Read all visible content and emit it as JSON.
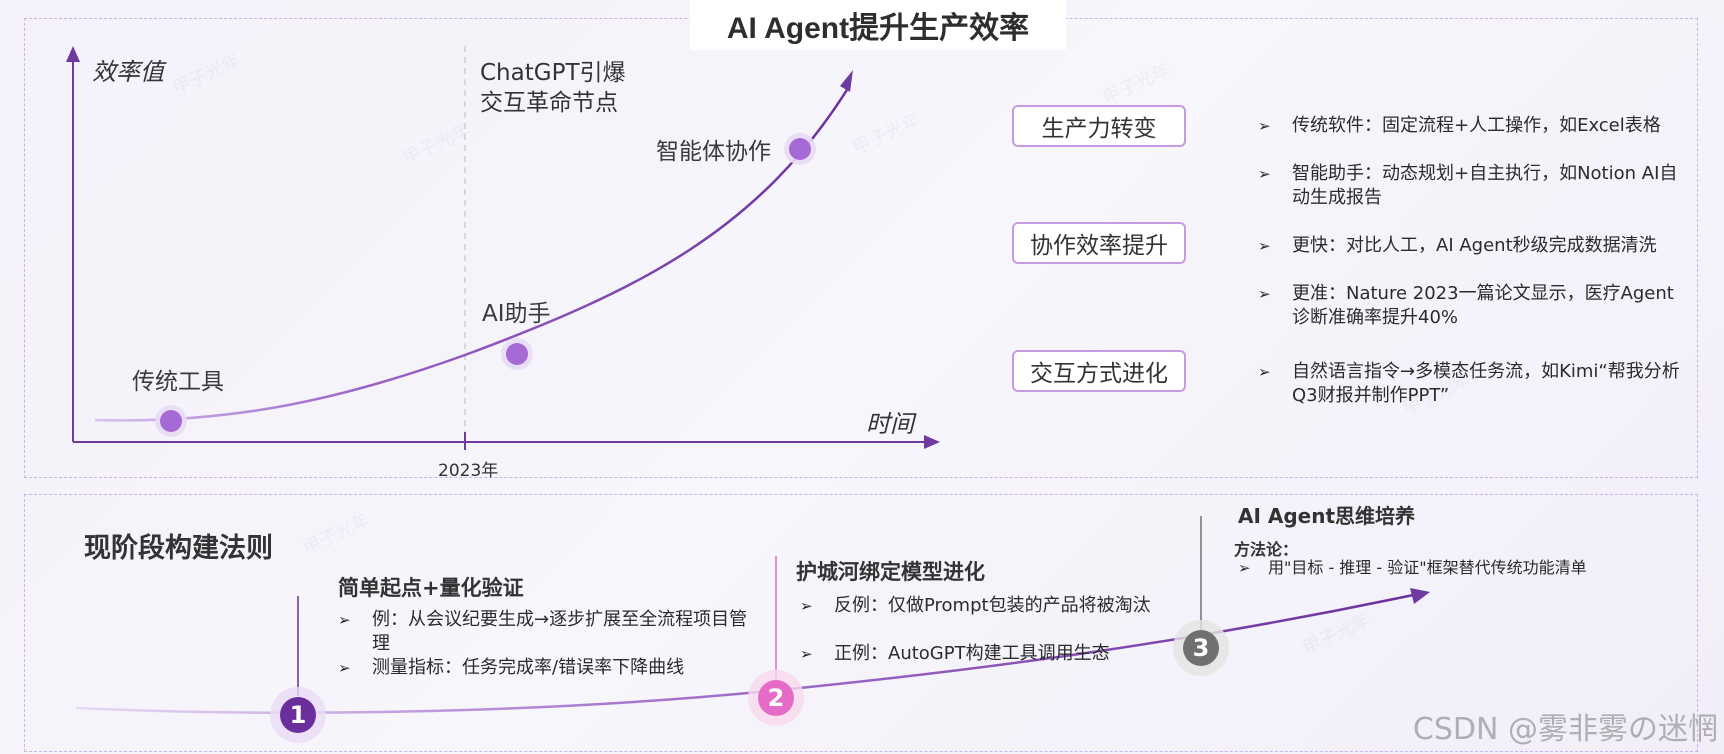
{
  "title": "AI Agent提升生产效率",
  "chart": {
    "y_label": "效率值",
    "x_label": "时间",
    "divider_label": "ChatGPT引爆\n交互革命节点",
    "x_tick": "2023年",
    "stages": [
      "传统工具",
      "AI助手",
      "智能体协作"
    ]
  },
  "shifts": [
    {
      "badge": "生产力转变",
      "points": [
        "传统软件：固定流程+人工操作，如Excel表格",
        "智能助手：动态规划+自主执行，如Notion AI自动生成报告"
      ]
    },
    {
      "badge": "协作效率提升",
      "points": [
        "更快：对比人工，AI Agent秒级完成数据清洗",
        "更准：Nature 2023一篇论文显示，医疗Agent诊断准确率提升40%"
      ]
    },
    {
      "badge": "交互方式进化",
      "points": [
        "自然语言指令→多模态任务流，如Kimi“帮我分析Q3财报并制作PPT”"
      ]
    }
  ],
  "bottom": {
    "heading": "现阶段构建法则",
    "steps": [
      {
        "num": "1",
        "title": "简单起点+量化验证",
        "points": [
          "例：从会议纪要生成→逐步扩展至全流程项目管理",
          "测量指标：任务完成率/错误率下降曲线"
        ]
      },
      {
        "num": "2",
        "title": "护城河绑定模型进化",
        "points": [
          "反例：仅做Prompt包装的产品将被淘汰",
          "正例：AutoGPT构建工具调用生态"
        ]
      },
      {
        "num": "3",
        "title": "AI Agent思维培养",
        "subtitle": "方法论：",
        "points": [
          "用\"目标 - 推理 - 验证\"框架替代传统功能清单"
        ]
      }
    ]
  },
  "watermark": "甲子光年",
  "footer": "CSDN @雾非雾の迷惘",
  "colors": {
    "purple": "#6e3aa0",
    "accent": "#b078d8",
    "step1": "#6a2f9c",
    "step2": "#e66ac8",
    "step3": "#707070"
  }
}
